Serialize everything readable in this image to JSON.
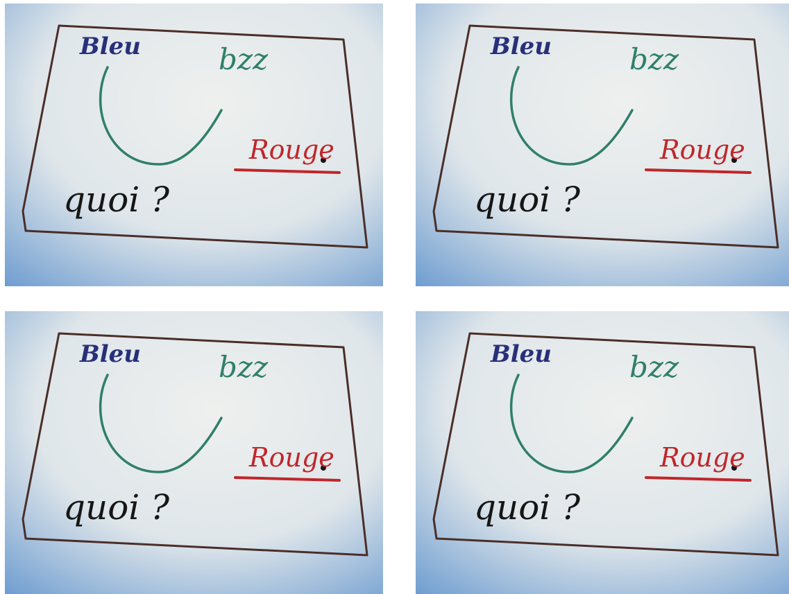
{
  "photos": [
    {
      "words": {
        "blue_word": "Bleu",
        "green_word": "bzz",
        "red_word": "Rouge",
        "black_word": "quoi ?"
      }
    },
    {
      "words": {
        "blue_word": "Bleu",
        "green_word": "bzz",
        "red_word": "Rouge",
        "black_word": "quoi ?"
      }
    },
    {
      "words": {
        "blue_word": "Bleu",
        "green_word": "bzz",
        "red_word": "Rouge",
        "black_word": "quoi ?"
      }
    },
    {
      "words": {
        "blue_word": "Bleu",
        "green_word": "bzz",
        "red_word": "Rouge",
        "black_word": "quoi ?"
      }
    }
  ],
  "colors": {
    "paper": "#dfe6ea",
    "shadow": "#5f8fc6",
    "frame_ink": "#4a2e28",
    "blue_ink": "#28307a",
    "green_ink": "#2f7f6a",
    "red_ink": "#c0262a",
    "black_ink": "#161616"
  }
}
